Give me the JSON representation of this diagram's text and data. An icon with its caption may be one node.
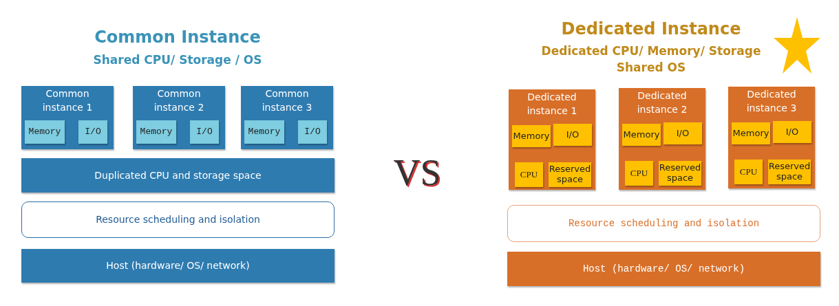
{
  "diagram": {
    "nodes": [
      {
        "text": [
          "Common instance 1"
        ]
      },
      {
        "text": [
          "Memory"
        ],
        "in": 0
      },
      {
        "text": [
          "I/O"
        ],
        "in": 0
      },
      {
        "text": [
          "Common instance 2"
        ]
      },
      {
        "text": [
          "Memory"
        ],
        "in": 3
      },
      {
        "text": [
          "I/O"
        ],
        "in": 3
      },
      {
        "text": [
          "Common instance 3"
        ]
      },
      {
        "text": [
          "Memory"
        ],
        "in": 6
      },
      {
        "text": [
          "I/O"
        ],
        "in": 6
      },
      {
        "text": [
          "Duplicated CPU and storage space"
        ]
      },
      {
        "text": [
          "Resource scheduling and isolation"
        ]
      },
      {
        "text": [
          "Host (hardware/ OS/ network)"
        ]
      },
      {
        "text": [
          "Dedicated instance 1"
        ]
      },
      {
        "text": [
          "Memory"
        ],
        "in": 12
      },
      {
        "text": [
          "I/O"
        ],
        "in": 12
      },
      {
        "text": [
          "CPU"
        ],
        "in": 12
      },
      {
        "text": [
          "Reserved space"
        ],
        "in": 12
      },
      {
        "text": [
          "Dedicated instance 2"
        ]
      },
      {
        "text": [
          "Memory"
        ],
        "in": 17
      },
      {
        "text": [
          "I/O"
        ],
        "in": 17
      },
      {
        "text": [
          "CPU"
        ],
        "in": 17
      },
      {
        "text": [
          "Reserved space"
        ],
        "in": 17
      },
      {
        "text": [
          "Dedicated instance 3"
        ]
      },
      {
        "text": [
          "Memory"
        ],
        "in": 22
      },
      {
        "text": [
          "I/O"
        ],
        "in": 22
      },
      {
        "text": [
          "CPU"
        ],
        "in": 22
      },
      {
        "text": [
          "Reserved space"
        ],
        "in": 22
      },
      {
        "text": [
          "Resource scheduling and isolation"
        ]
      },
      {
        "text": [
          "Host (hardware/ OS/ network)"
        ]
      }
    ],
    "edges": [],
    "labels": [
      "Common Instance",
      "Shared CPU/ Storage / OS",
      "Dedicated Instance",
      "Dedicated CPU/ Memory/ Storage",
      "Shared OS",
      "VS"
    ]
  }
}
